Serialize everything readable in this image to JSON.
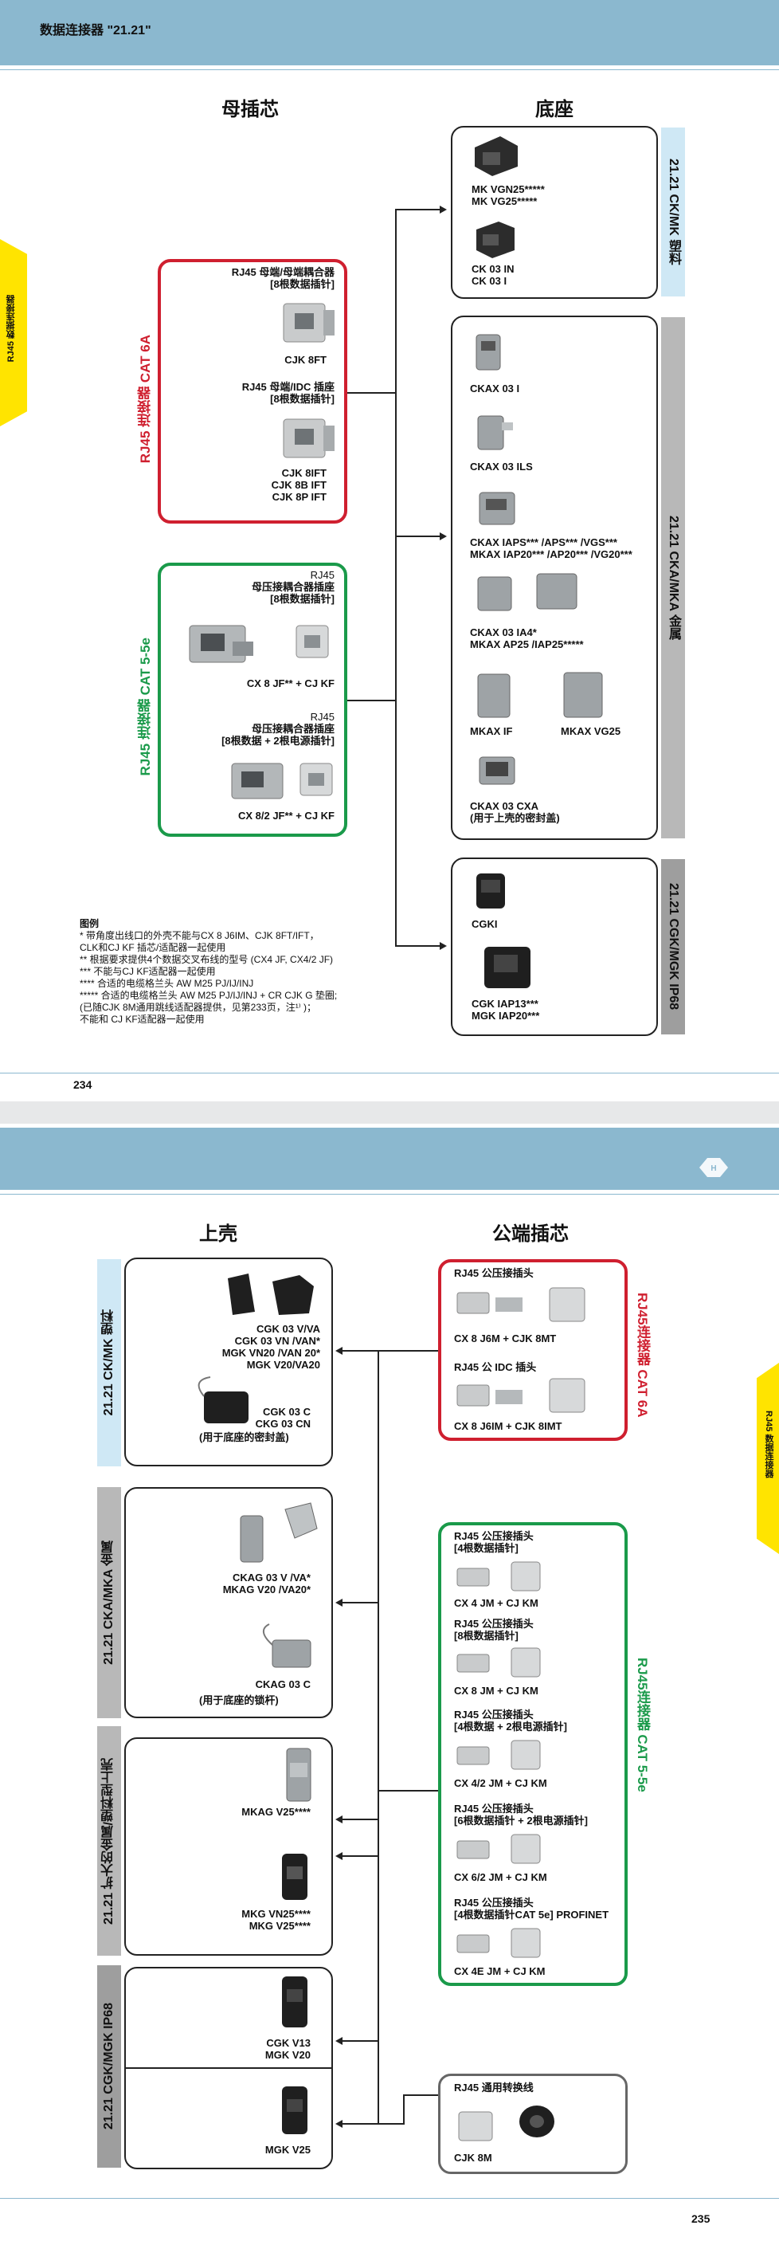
{
  "header": {
    "title": "数据连接器 \"21.21\""
  },
  "left_page": {
    "side_tab": "RJ45 数据连接器",
    "col_left_title": "母插芯",
    "col_right_title": "底座",
    "red_group": {
      "category": "RJ45 连接器 CAT 6A",
      "item1_caption": "RJ45 母端/母端耦合器",
      "item1_sub": "[8根数据插针]",
      "item1_code": "CJK 8FT",
      "item2_caption": "RJ45 母端/IDC 插座",
      "item2_sub": "[8根数据插针]",
      "item2_codes": [
        "CJK 8IFT",
        "CJK 8B IFT",
        "CJK 8P IFT"
      ]
    },
    "green_group": {
      "category": "RJ45 连接器 CAT 5-5e",
      "item1_caption": "RJ45",
      "item1_line2": "母压接耦合器插座",
      "item1_sub": "[8根数据插针]",
      "item1_code": "CX 8 JF** + CJ KF",
      "item2_caption": "RJ45",
      "item2_line2": "母压接耦合器插座",
      "item2_sub": "[8根数据 + 2根电源插针]",
      "item2_code": "CX 8/2 JF** + CJ KF"
    },
    "housing_mk": {
      "tag": "21.21 CK/MK 塑料",
      "codes_a": [
        "MK VGN25*****",
        "MK VG25*****"
      ],
      "codes_b": [
        "CK 03 IN",
        "CK 03 I"
      ]
    },
    "housing_mka": {
      "tag": "21.21 CKA/MKA 金属",
      "c1": "CKAX 03 I",
      "c2": "CKAX 03 ILS",
      "c3": [
        "CKAX IAPS*** /APS*** /VGS***",
        "MKAX IAP20*** /AP20*** /VG20***"
      ],
      "c4": [
        "CKAX 03 IA4*",
        "MKAX AP25 /IAP25*****"
      ],
      "c5a": "MKAX IF",
      "c5b": "MKAX VG25",
      "c6": [
        "CKAX 03 CXA",
        "(用于上壳的密封盖)"
      ]
    },
    "housing_cgk": {
      "tag": "21.21 CGK/MGK IP68",
      "c1": "CGKI",
      "c2": [
        "CGK IAP13***",
        "MGK IAP20***"
      ]
    },
    "legend": {
      "title": "图例",
      "lines": [
        "* 带角度出线口的外壳不能与CX 8 J6IM、CJK 8FT/IFT，",
        "   CLK和CJ KF  插芯/适配器一起使用",
        "** 根据要求提供4个数据交叉布线的型号 (CX4 JF, CX4/2 JF)",
        "*** 不能与CJ KF适配器一起使用",
        "**** 合适的电缆格兰头 AW M25 PJ/IJ/INJ",
        "***** 合适的电缆格兰头 AW M25 PJ/IJ/INJ + CR CJK G 垫圈;",
        "    (已随CJK 8M通用跳线适配器提供，见第233页，注¹⁾ )；",
        "    不能和 CJ KF适配器一起使用"
      ]
    },
    "page_number": "234"
  },
  "right_page": {
    "side_tab": "RJ45 数据连接器",
    "col_left_title": "上壳",
    "col_right_title": "公端插芯",
    "hood_mk": {
      "tag": "21.21 CK/MK 塑料",
      "codes_a": [
        "CGK 03 V/VA",
        "CGK 03 VN /VAN*",
        "MGK VN20 /VAN 20*",
        "MGK V20/VA20"
      ],
      "codes_b": [
        "CGK 03 C",
        "CKG 03 CN",
        "(用于底座的密封盖)"
      ]
    },
    "hood_mka": {
      "tag": "21.21 CKA/MKA 金属",
      "codes_a": [
        "CKAG 03 V /VA*",
        "MKAG V20 /VA20*"
      ],
      "codes_b": [
        "CKAG 03 C",
        "(用于底座的锁杆)"
      ]
    },
    "hood_ext": {
      "tag": "21.21 扩大的金属/塑料型上壳",
      "c1": "MKAG V25****",
      "c2": [
        "MKG VN25****",
        "MKG V25****"
      ]
    },
    "hood_cgk": {
      "tag": "21.21 CGK/MGK IP68",
      "c1": [
        "CGK V13",
        "MGK V20"
      ],
      "c2": "MGK V25"
    },
    "red_group": {
      "category": "RJ45连接器 CAT 6A",
      "item1_caption": "RJ45 公压接插头",
      "item1_code": "CX 8 J6M + CJK 8MT",
      "item2_caption": "RJ45 公 IDC 插头",
      "item2_code": "CX 8 J6IM + CJK 8IMT"
    },
    "green_group": {
      "category": "RJ45连接器 CAT 5-5e",
      "items": [
        {
          "caption": "RJ45 公压接插头",
          "sub": "[4根数据插针]",
          "code": "CX 4 JM + CJ KM"
        },
        {
          "caption": "RJ45 公压接插头",
          "sub": "[8根数据插针]",
          "code": "CX 8 JM + CJ KM"
        },
        {
          "caption": "RJ45 公压接插头",
          "sub": "[4根数据 + 2根电源插针]",
          "code": "CX 4/2 JM + CJ KM"
        },
        {
          "caption": "RJ45 公压接插头",
          "sub": "[6根数据插针 + 2根电源插针]",
          "code": "CX 6/2 JM + CJ KM"
        },
        {
          "caption": "RJ45 公压接插头",
          "sub": "[4根数据插针CAT 5e] PROFINET",
          "code": "CX 4E JM + CJ KM"
        }
      ]
    },
    "gray_group": {
      "caption": "RJ45 通用转换线",
      "code": "CJK 8M"
    },
    "page_number": "235"
  },
  "colors": {
    "band": "#8bb8cf",
    "red": "#cf1f2f",
    "green": "#1a9a4a",
    "yellow": "#ffe400",
    "tag_blue": "#cfe8f5",
    "tag_gray": "#b8b8b8"
  },
  "icons": [
    "connector-photo",
    "logo-icon"
  ]
}
